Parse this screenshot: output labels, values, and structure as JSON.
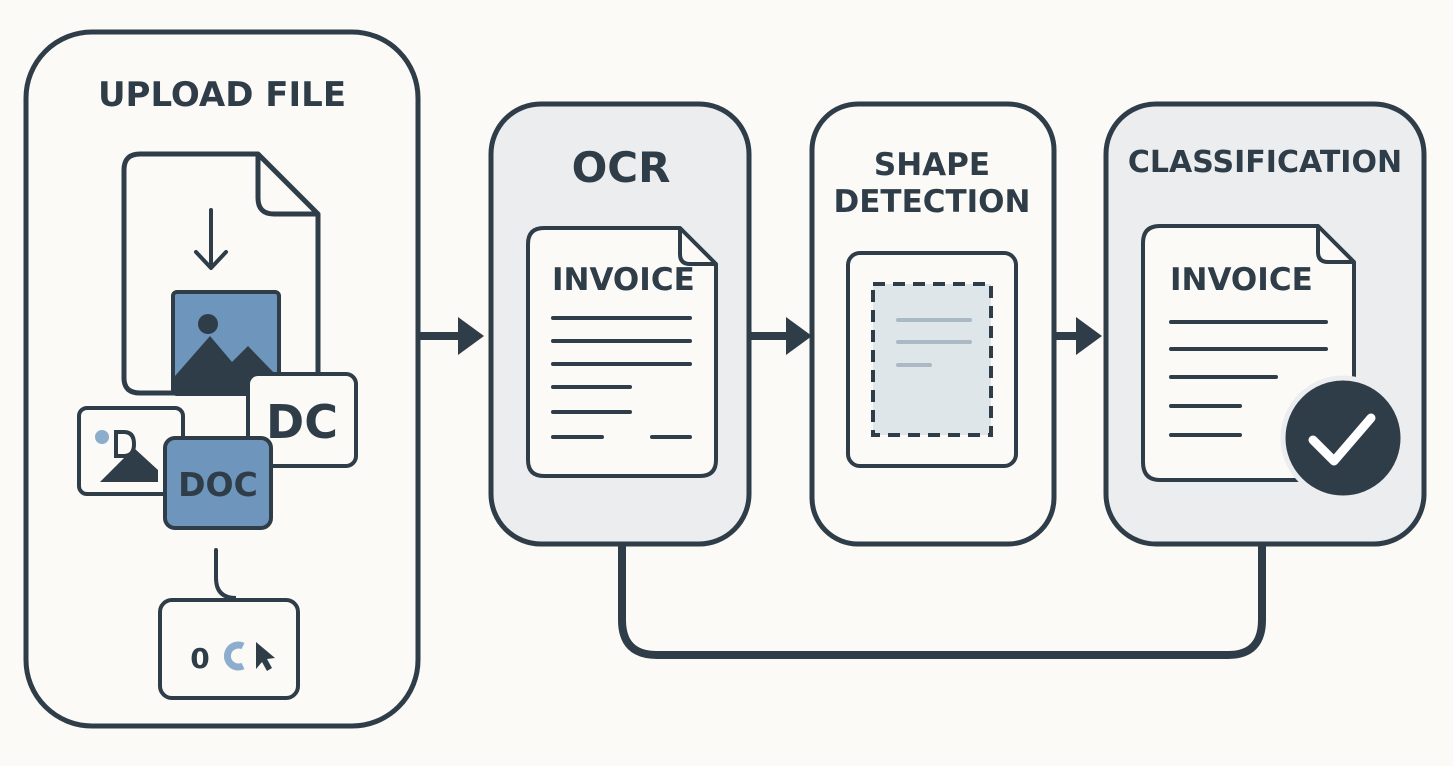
{
  "colors": {
    "ink": "#2f3d49",
    "accent": "#6e95bb",
    "accent_light": "#8cadcc",
    "panel_fill": "#ebedef",
    "card_fill": "#fbfaf7",
    "scan_fill": "#dfe6ea"
  },
  "upload": {
    "title": "UPLOAD FILE",
    "icons": [
      "download-arrow-icon",
      "image-file-icon",
      "image-icon"
    ],
    "doc_card_label": "DC",
    "doc_badge_label": "DOC",
    "ocr_chip_label": "0"
  },
  "ocr": {
    "title": "OCR",
    "document_heading": "INVOICE"
  },
  "shape_detection": {
    "title_line1": "SHAPE",
    "title_line2": "DETECTION"
  },
  "classification": {
    "title": "CLASSIFICATION",
    "document_heading": "INVOICE",
    "icons": [
      "checkmark-icon"
    ]
  }
}
